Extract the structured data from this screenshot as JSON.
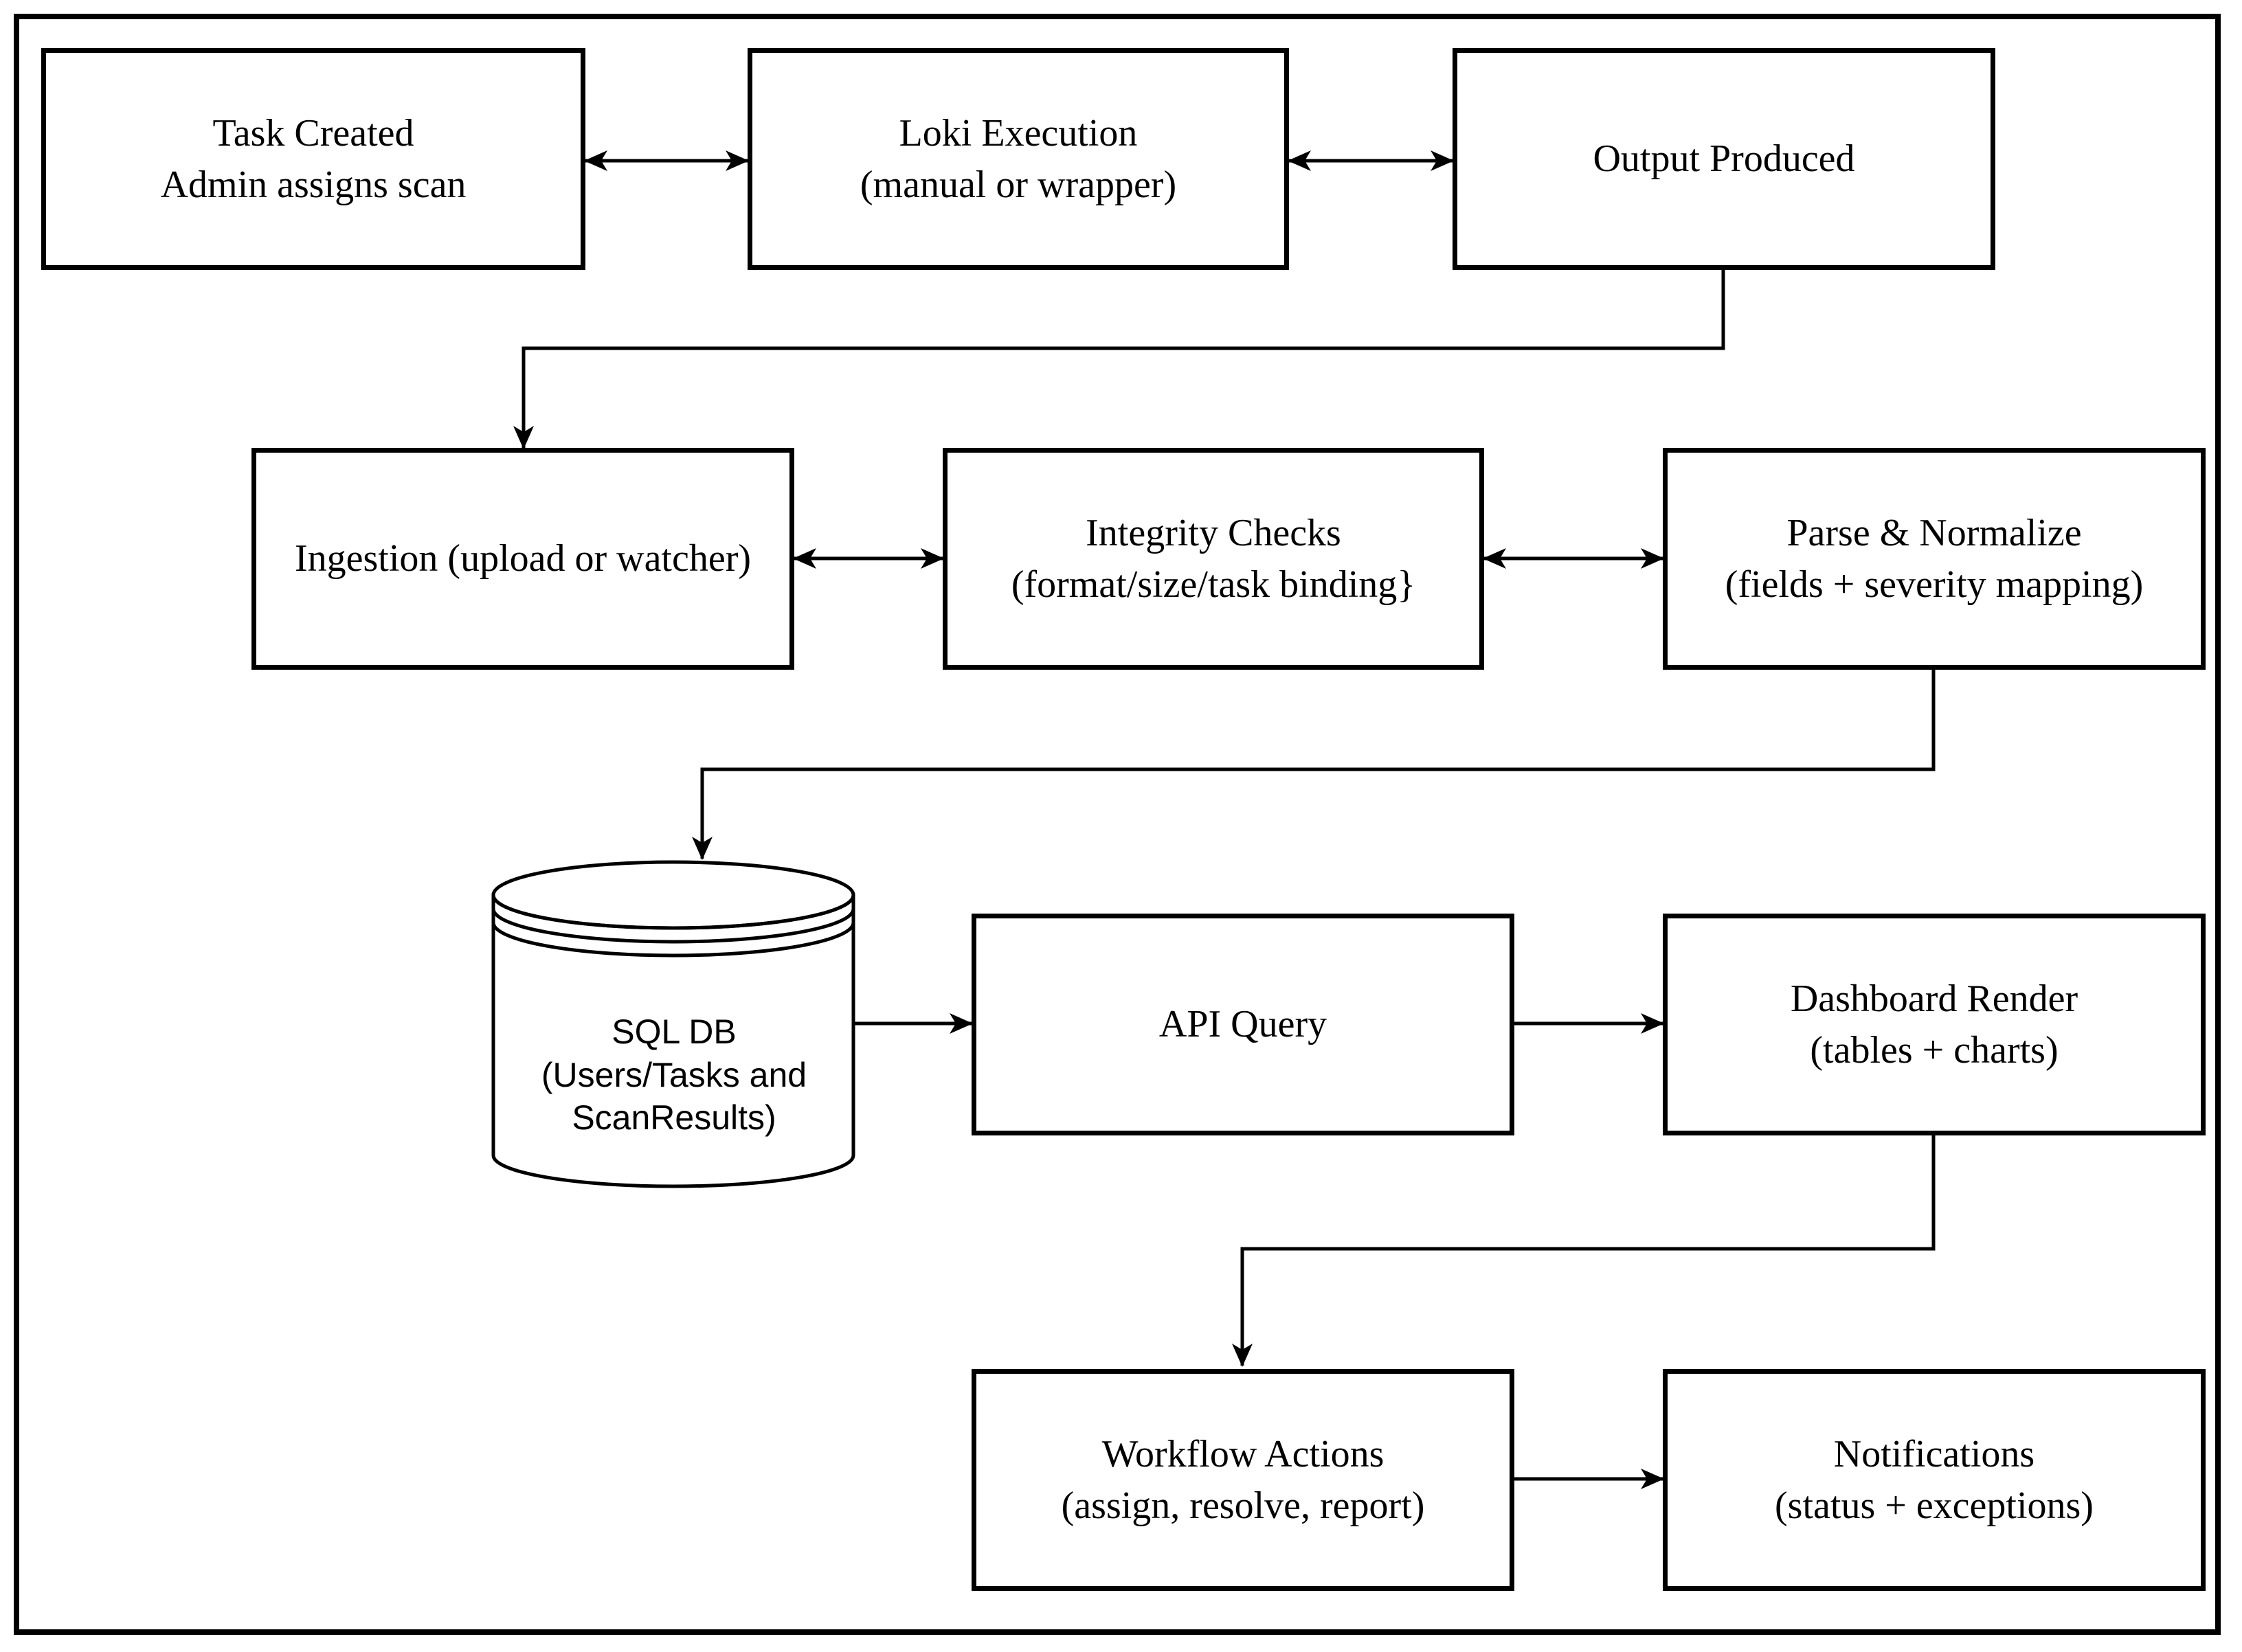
{
  "nodes": {
    "task_created": {
      "lines": [
        "Task Created",
        "Admin assigns scan"
      ]
    },
    "loki_execution": {
      "lines": [
        "Loki Execution",
        "(manual or wrapper)"
      ]
    },
    "output_produced": {
      "lines": [
        "Output Produced"
      ]
    },
    "ingestion": {
      "lines": [
        "Ingestion (upload or watcher)"
      ]
    },
    "integrity_checks": {
      "lines": [
        "Integrity Checks",
        "(format/size/task binding}"
      ]
    },
    "parse_normalize": {
      "lines": [
        "Parse & Normalize",
        "(fields + severity mapping)"
      ]
    },
    "sql_db": {
      "lines": [
        "SQL DB",
        "(Users/Tasks and",
        "ScanResults)"
      ]
    },
    "api_query": {
      "lines": [
        "API Query"
      ]
    },
    "dashboard_render": {
      "lines": [
        "Dashboard Render",
        "(tables + charts)"
      ]
    },
    "workflow_actions": {
      "lines": [
        "Workflow Actions",
        "(assign, resolve, report)"
      ]
    },
    "notifications": {
      "lines": [
        "Notifications",
        "(status + exceptions)"
      ]
    }
  },
  "edges": [
    {
      "from": "task_created",
      "to": "loki_execution",
      "direction": "both"
    },
    {
      "from": "loki_execution",
      "to": "output_produced",
      "direction": "both"
    },
    {
      "from": "output_produced",
      "to": "ingestion",
      "direction": "forward"
    },
    {
      "from": "ingestion",
      "to": "integrity_checks",
      "direction": "both"
    },
    {
      "from": "integrity_checks",
      "to": "parse_normalize",
      "direction": "both"
    },
    {
      "from": "parse_normalize",
      "to": "sql_db",
      "direction": "forward"
    },
    {
      "from": "sql_db",
      "to": "api_query",
      "direction": "forward"
    },
    {
      "from": "api_query",
      "to": "dashboard_render",
      "direction": "forward"
    },
    {
      "from": "dashboard_render",
      "to": "workflow_actions",
      "direction": "forward"
    },
    {
      "from": "workflow_actions",
      "to": "notifications",
      "direction": "forward"
    }
  ],
  "colors": {
    "stroke": "#000000",
    "background": "#ffffff"
  }
}
